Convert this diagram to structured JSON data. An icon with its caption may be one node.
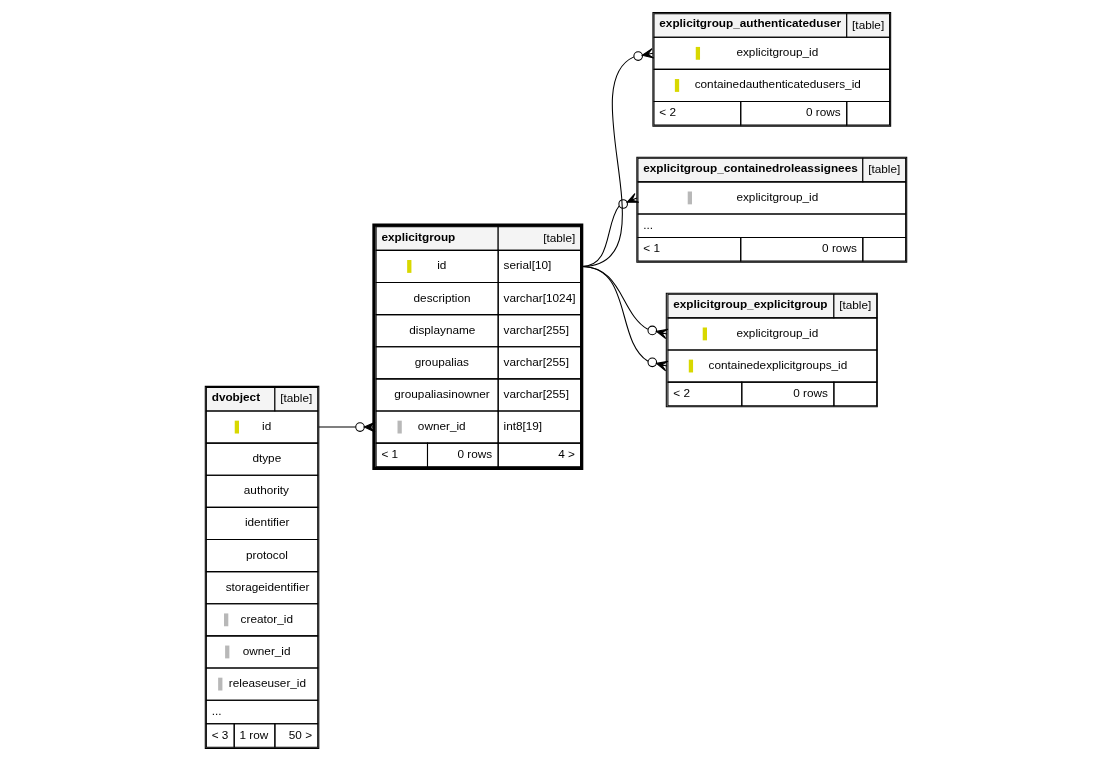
{
  "diagram": {
    "nodes": [
      {
        "text": [
          "dvobject",
          "[table]",
          "id",
          "dtype",
          "authority",
          "identifier",
          "protocol",
          "storageidentifier",
          "creator_id",
          "owner_id",
          "releaseuser_id",
          "...",
          "< 3",
          "1 row",
          "50 >"
        ]
      },
      {
        "text": [
          "explicitgroup",
          "[table]",
          "id",
          "serial[10]",
          "description",
          "varchar[1024]",
          "displayname",
          "varchar[255]",
          "groupalias",
          "varchar[255]",
          "groupaliasinowner",
          "varchar[255]",
          "owner_id",
          "int8[19]",
          "< 1",
          "0 rows",
          "4 >"
        ]
      },
      {
        "text": [
          "explicitgroup_authenticateduser",
          "[table]",
          "explicitgroup_id",
          "containedauthenticatedusers_id",
          "< 2",
          "0 rows"
        ]
      },
      {
        "text": [
          "explicitgroup_containedroleassignees",
          "[table]",
          "explicitgroup_id",
          "...",
          "< 1",
          "0 rows"
        ]
      },
      {
        "text": [
          "explicitgroup_explicitgroup",
          "[table]",
          "explicitgroup_id",
          "containedexplicitgroups_id",
          "< 2",
          "0 rows"
        ]
      }
    ],
    "edges": [
      {
        "from": 0,
        "to": 1,
        "arrow": "other"
      },
      {
        "from": 1,
        "to": 2,
        "arrow": "other"
      },
      {
        "from": 1,
        "to": 3,
        "arrow": "other"
      },
      {
        "from": 1,
        "to": 4,
        "arrow": "other"
      },
      {
        "from": 1,
        "to": 4,
        "arrow": "other"
      }
    ]
  }
}
